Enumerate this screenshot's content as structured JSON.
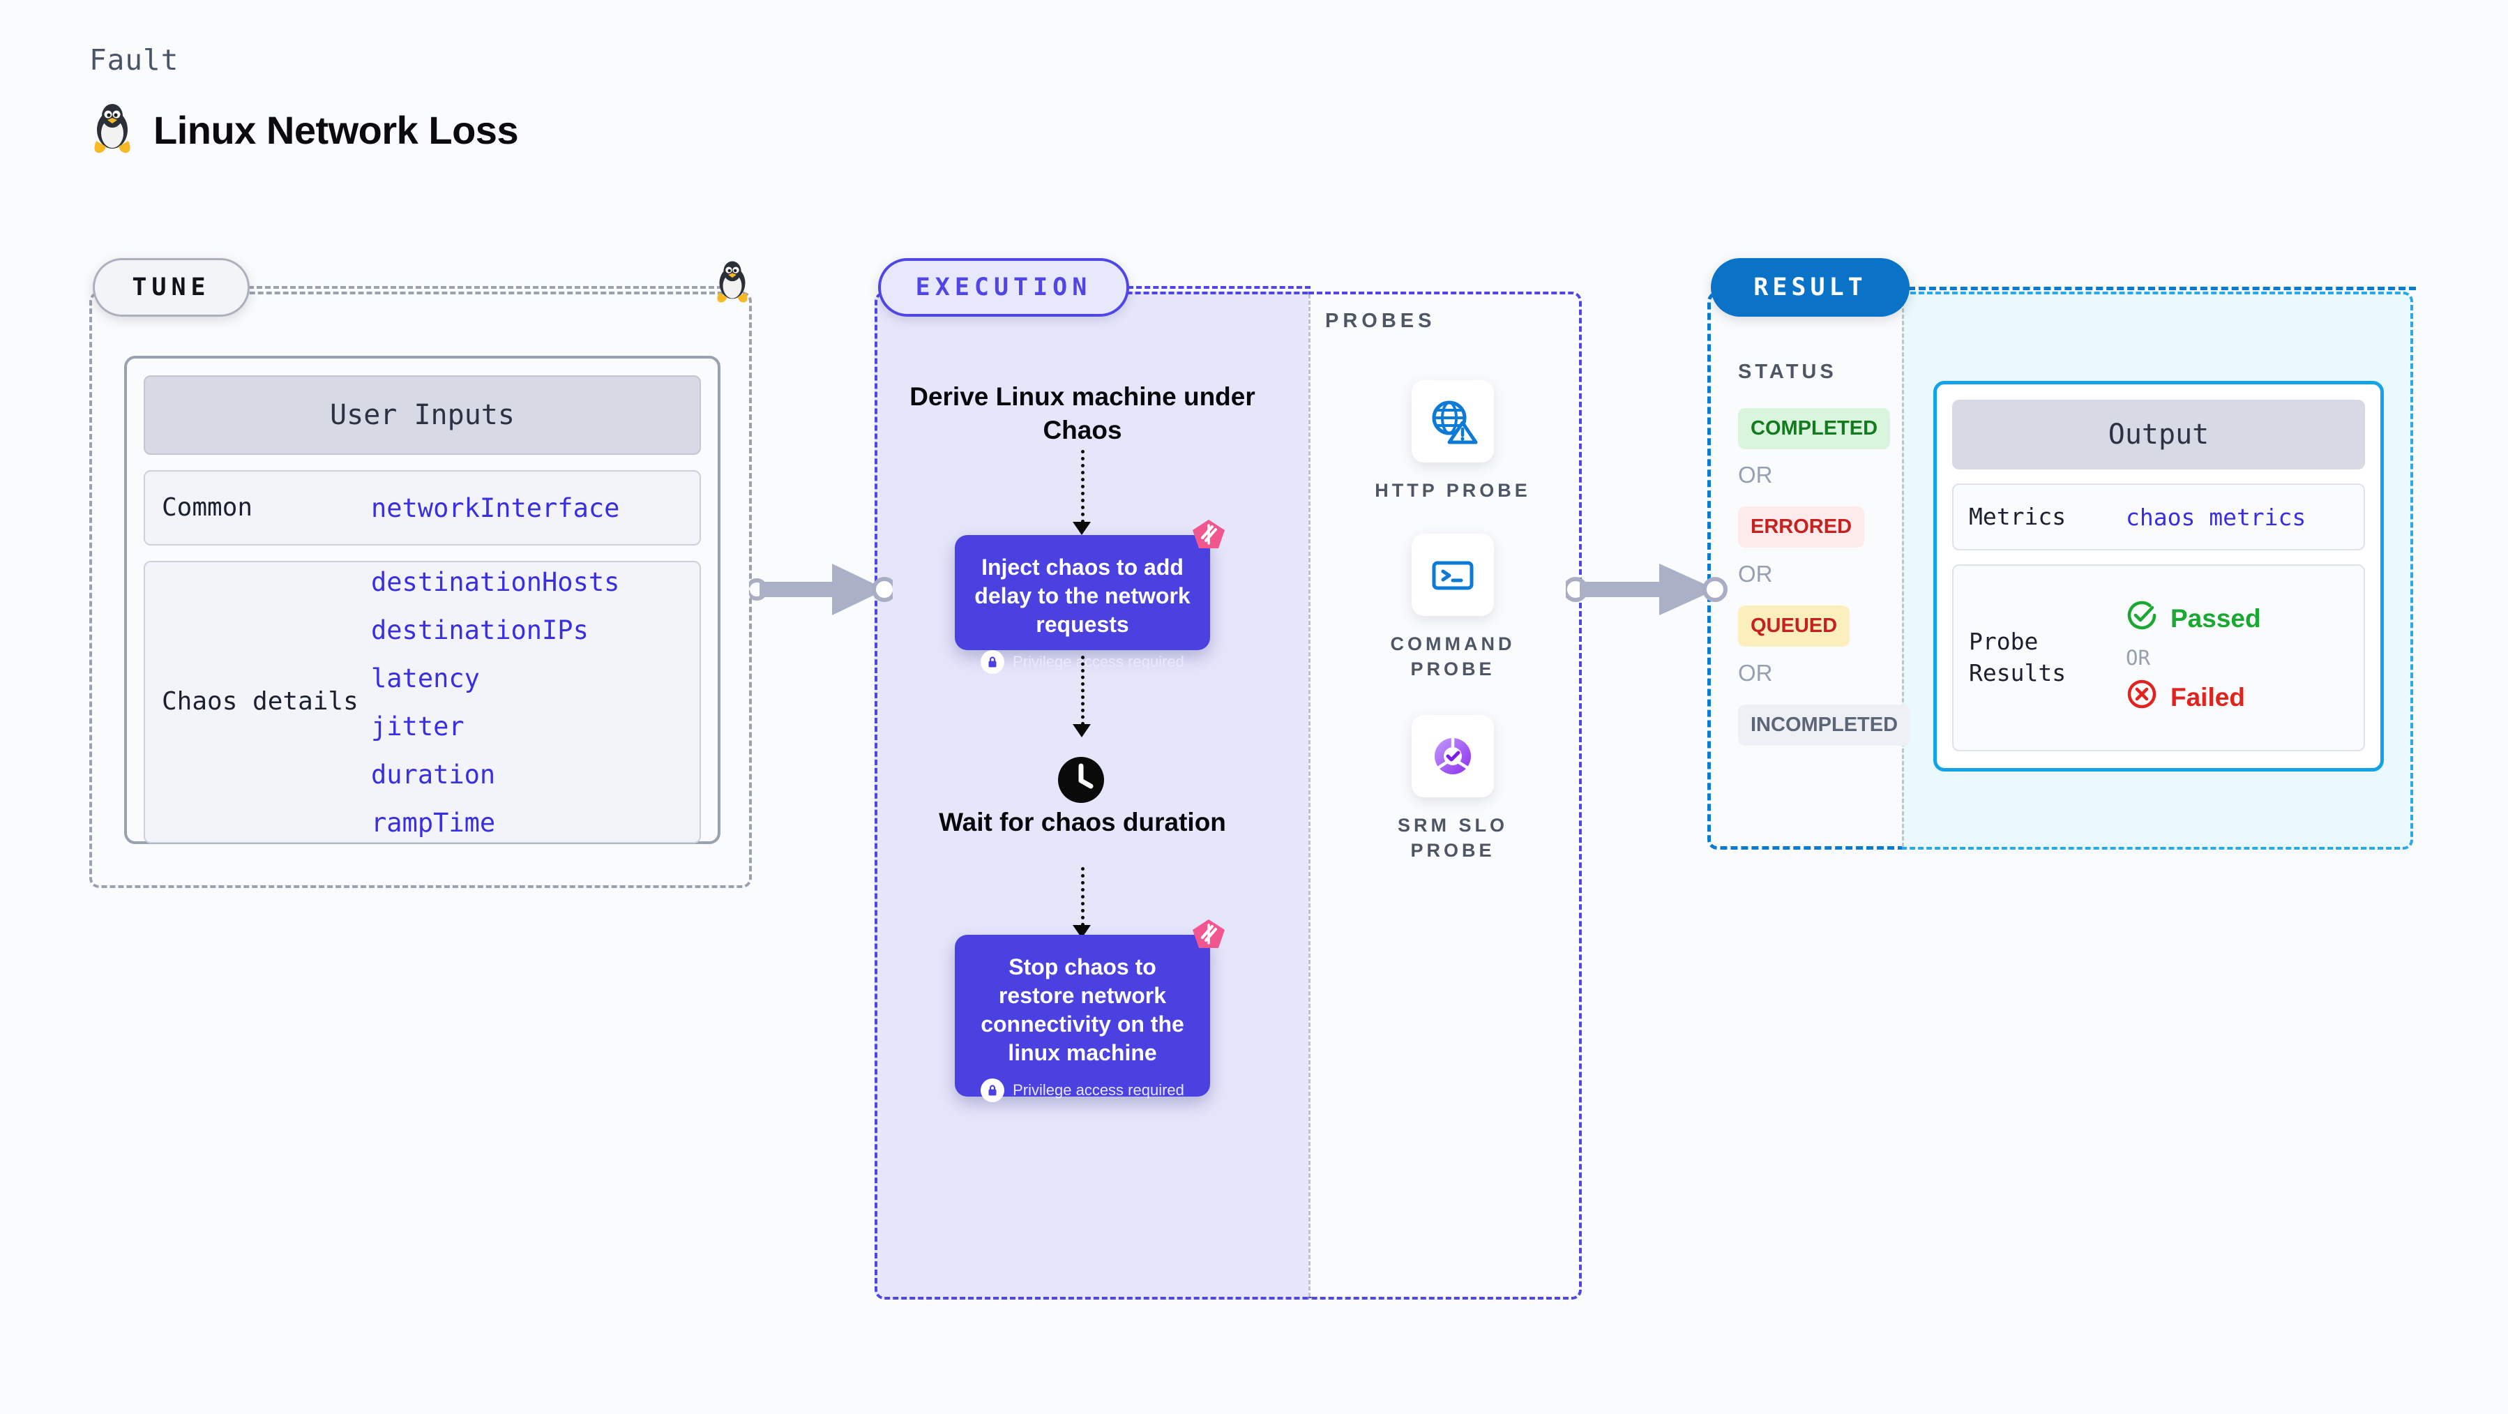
{
  "header": {
    "kicker": "Fault",
    "title": "Linux Network Loss",
    "icon": "linux-tux-icon"
  },
  "tune": {
    "pill_label": "TUNE",
    "edge_icon": "linux-tux-icon",
    "card_title": "User Inputs",
    "rows": [
      {
        "label": "Common",
        "values": [
          "networkInterface"
        ]
      },
      {
        "label": "Chaos details",
        "values": [
          "destinationHosts",
          "destinationIPs",
          "latency",
          "jitter",
          "duration",
          "rampTime"
        ]
      }
    ]
  },
  "execution": {
    "pill_label": "EXECUTION",
    "steps": [
      {
        "type": "text",
        "label": "Derive Linux machine under Chaos"
      },
      {
        "type": "card",
        "label": "Inject chaos to add delay to the network requests",
        "privilege": "Privilege access required",
        "badge_icon": "harness-logo-icon",
        "lock_icon": "lock-icon"
      },
      {
        "type": "text",
        "label": "Wait for chaos duration",
        "icon": "clock-icon"
      },
      {
        "type": "card",
        "label": "Stop chaos to restore network connectivity on the linux machine",
        "privilege": "Privilege access required",
        "badge_icon": "harness-logo-icon",
        "lock_icon": "lock-icon"
      }
    ]
  },
  "probes": {
    "heading": "PROBES",
    "items": [
      {
        "name": "HTTP PROBE",
        "icon": "globe-warning-icon"
      },
      {
        "name": "COMMAND PROBE",
        "icon": "terminal-icon"
      },
      {
        "name": "SRM SLO PROBE",
        "icon": "slo-donut-check-icon"
      }
    ]
  },
  "result": {
    "pill_label": "RESULT",
    "status_heading": "STATUS",
    "or_label": "OR",
    "statuses": [
      {
        "label": "COMPLETED",
        "bg": "#d9f5de",
        "fg": "#137a1d"
      },
      {
        "label": "ERRORED",
        "bg": "#fdeaea",
        "fg": "#c5221f"
      },
      {
        "label": "QUEUED",
        "bg": "#fdeebd",
        "fg": "#c5221f"
      },
      {
        "label": "INCOMPLETED",
        "bg": "#eef0f5",
        "fg": "#5d6676"
      }
    ]
  },
  "output": {
    "card_title": "Output",
    "metrics_label": "Metrics",
    "metrics_value": "chaos metrics",
    "probe_results_label": "Probe Results",
    "passed_label": "Passed",
    "failed_label": "Failed",
    "or_label": "OR",
    "passed_icon": "check-circle-icon",
    "failed_icon": "x-circle-icon"
  },
  "connectors": {
    "arrow_icon": "right-arrow-connector"
  },
  "colors": {
    "accent_purple": "#4f46e5",
    "chaos_card": "#4b41e0",
    "result_blue": "#0a73c8",
    "output_cyan": "#13a3e8",
    "param_blue": "#3a2fe0",
    "badge_pink": "#f2568f"
  }
}
